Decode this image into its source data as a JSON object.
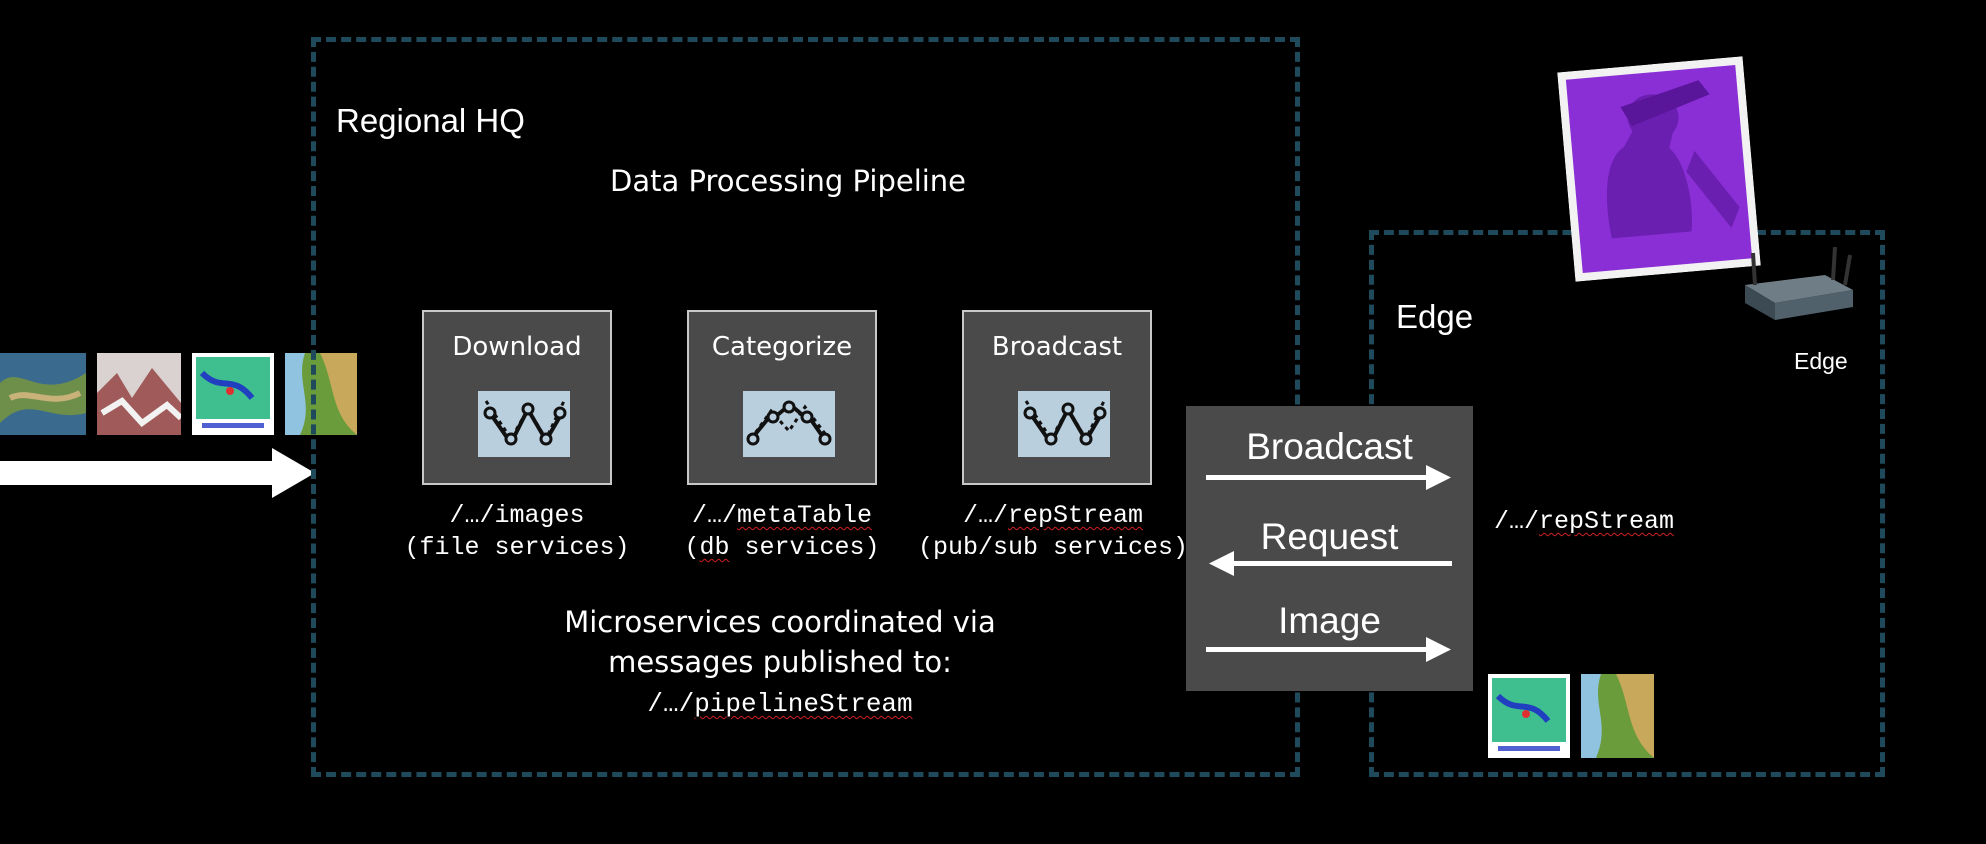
{
  "regions": {
    "hq_title": "Regional HQ",
    "edge_title": "Edge"
  },
  "pipeline": {
    "title": "Data Processing Pipeline",
    "services": [
      {
        "label": "Download",
        "path": "/…/images",
        "kind": "(file services)"
      },
      {
        "label": "Categorize",
        "path_prefix": "/…/",
        "path_name": "metaTable",
        "kind_open": "(",
        "kind_word": "db",
        "kind_rest": " services)"
      },
      {
        "label": "Broadcast",
        "path_prefix": "/…/",
        "path_name": "repStream",
        "kind": "(pub/sub services)"
      }
    ],
    "coord_line1": "Microservices coordinated via",
    "coord_line2": "messages published to:",
    "coord_path_prefix": "/…/",
    "coord_path_name": "pipelineStream"
  },
  "messages": [
    "Broadcast",
    "Request",
    "Image"
  ],
  "edge": {
    "device_label": "Edge",
    "path_prefix": "/…/",
    "path_name": "repStream"
  },
  "colors": {
    "background": "#000000",
    "dashed_border": "#1f4a5c",
    "service_box": "#4a4a4a",
    "icon_bg": "#b9cfdd",
    "badge_purple": "#8a2ed6"
  },
  "icons": [
    "workflow-icon",
    "arrow-right-icon",
    "arrow-left-icon",
    "firefighter-badge-icon",
    "edge-router-icon"
  ]
}
